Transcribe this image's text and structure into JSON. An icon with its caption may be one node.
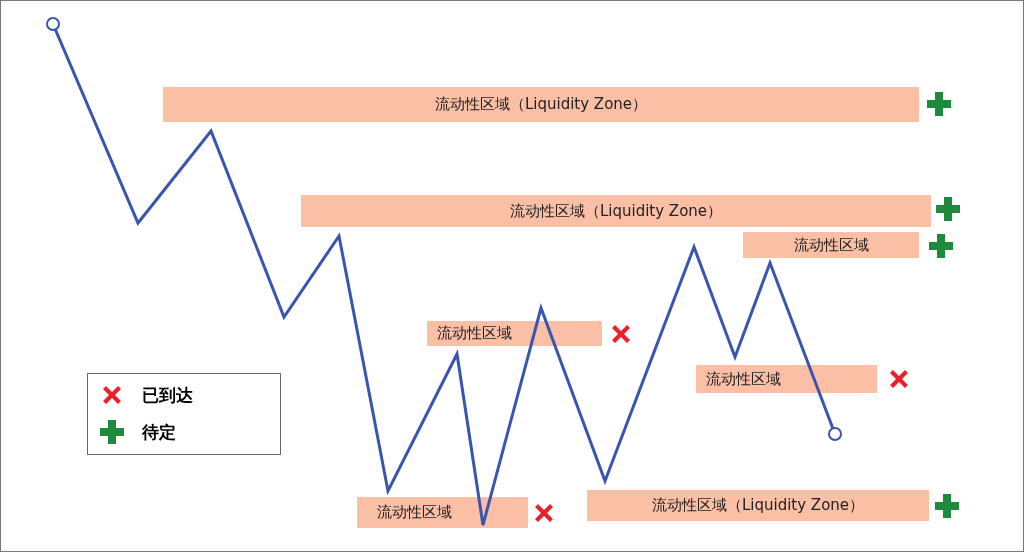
{
  "diagram": {
    "nodes": [
      {
        "text": [
          "流动性区域（Liquidity Zone）"
        ]
      },
      {
        "text": [
          "流动性区域（Liquidity Zone）"
        ]
      },
      {
        "text": [
          "流动性区域"
        ]
      },
      {
        "text": [
          "流动性区域"
        ]
      },
      {
        "text": [
          "流动性区域"
        ]
      },
      {
        "text": [
          "流动性区域"
        ]
      },
      {
        "text": [
          "流动性区域（Liquidity Zone）"
        ]
      }
    ],
    "edges": [],
    "legend": [
      {
        "text": "已到达"
      },
      {
        "text": "待定"
      }
    ]
  }
}
